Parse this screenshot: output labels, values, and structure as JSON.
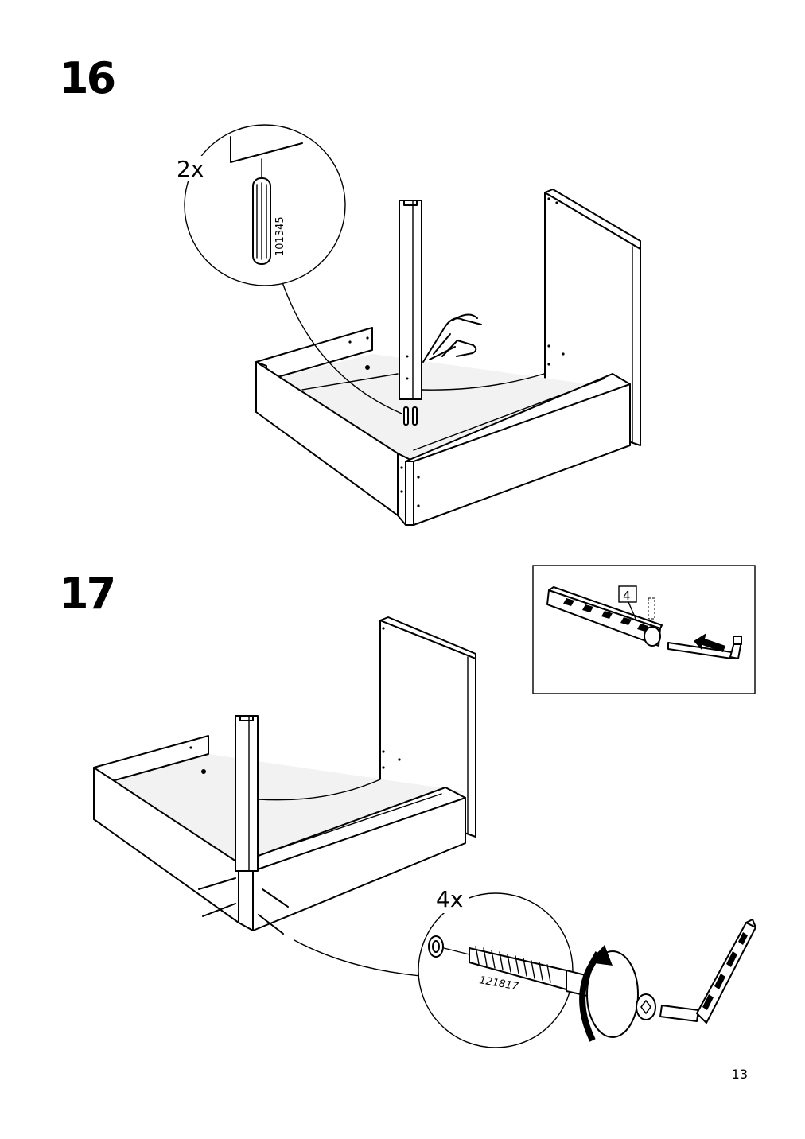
{
  "steps": [
    {
      "number": "16",
      "detail": {
        "quantity": "2x",
        "part_number": "101345"
      }
    },
    {
      "number": "17",
      "detail": {
        "quantity": "4x",
        "part_number": "121817"
      },
      "inset": {
        "tool_label": "4"
      }
    }
  ],
  "page_number": "13"
}
